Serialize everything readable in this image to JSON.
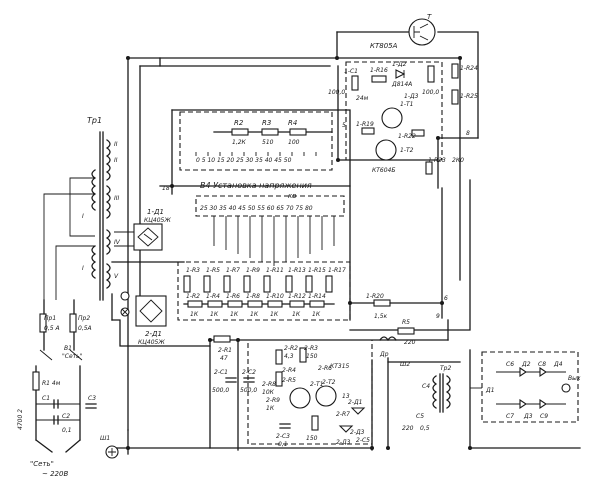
{
  "transformers": {
    "tr1": "Тр1",
    "tr1_windings": [
      "II",
      "II",
      "III",
      "IV",
      "V",
      "I",
      "I"
    ],
    "tr2": "Тр2"
  },
  "regulator": {
    "t_main": "Т",
    "t_main_type": "КТ805А",
    "t_drv": "КТ604Б",
    "t1": "1-Т1",
    "t2": "1-Т2",
    "c1": "1-С1",
    "c1_val": "100,0",
    "c2_val": "100,0",
    "r16": "1-R16",
    "d2": "1-Д2",
    "d2_type": "Д814А",
    "d3": "1-Д3",
    "r19": "1-R19",
    "r22": "1-R22",
    "r23": "1-R23",
    "r23_val": "2К0",
    "r24": "1-R24",
    "r25": "1-R25",
    "dv": "24м",
    "node_5": "5",
    "node_8": "8"
  },
  "voltage_set": {
    "r2": "R2",
    "r3": "R3",
    "r4": "R4",
    "r2_val": "1,2К",
    "r3_val": "510",
    "r4_val": "100",
    "title_line1": "В4 Установка напряжения",
    "title_line2": "кв",
    "scale_top": "0 5 10 15 20 25 30 35 40 45 50",
    "scale_bottom": "25 30 35 40 45 50 55 60 65 70 75 80",
    "node_18": "18"
  },
  "rectifiers": {
    "d1": "1-Д1",
    "d1_type": "КЦ405Ж",
    "d11": "2-Д1",
    "d11_type": "КЦ405Ж"
  },
  "divider": {
    "top_row": [
      "1-R3",
      "1-R5",
      "1-R7",
      "1-R9",
      "1-R11",
      "1-R13",
      "1-R15",
      "1-R17"
    ],
    "bottom_row": [
      "1-R2",
      "1-R4",
      "1-R6",
      "1-R8",
      "1-R10",
      "1-R12",
      "1-R14"
    ],
    "bottom_vals": [
      "1К",
      "1К",
      "1К",
      "1К",
      "1К",
      "1К",
      "1К"
    ],
    "r20": "1-R20",
    "r20_val": "1,5к",
    "node_6": "6",
    "node_9": "9"
  },
  "input": {
    "pr1": "Пр1",
    "pr1_val": "0,5 А",
    "pr2": "Пр2",
    "pr2_val": "0,5А",
    "switch": "В1",
    "switch_label": "\"Сеть\"",
    "r1": "R1 4м",
    "c1": "С1",
    "c2": "С2",
    "c3": "С3",
    "c_val": "0,1",
    "cap_big": "4700 2",
    "sh1": "Ш1",
    "mains": "\"Сеть\"",
    "mains_v": "~ 220В"
  },
  "stage2": {
    "r1": "2-R1",
    "r1_val": "47",
    "c1": "2-С1",
    "c1_val": "500,0",
    "c2": "2-С2",
    "c2_val": "500,0",
    "r2": "2-R2",
    "r2_val": "4,3",
    "r3": "2-R3",
    "r3_val": "150",
    "r4": "2-R4",
    "r5": "2-R5",
    "r6": "2-R6",
    "r8": "2-R8",
    "r8_val": "10К",
    "r9": "2-R9",
    "r9_val": "1К",
    "t1": "2-Т1",
    "t2": "2-Т2",
    "t_type": "КТ315",
    "c3": "2-С3",
    "c3_val": "0,1",
    "r7": "2-R7",
    "r7_val": "150",
    "d3": "2-Д3",
    "d1": "2-Д1",
    "d3b": "2-Д3",
    "c5": "2-С5",
    "node_13": "13"
  },
  "output": {
    "r5": "R5",
    "r5_val": "220",
    "dr": "Др",
    "sh2": "Ш2",
    "c4": "С4",
    "c4_val": "220",
    "c5": "С5",
    "c5_val": "0,5",
    "c6": "С6",
    "d1": "Д1",
    "d2": "Д2",
    "d3": "Д3",
    "c7": "С7",
    "c8": "С8",
    "c9": "С9",
    "d4": "Д4",
    "hv": "Вых"
  }
}
